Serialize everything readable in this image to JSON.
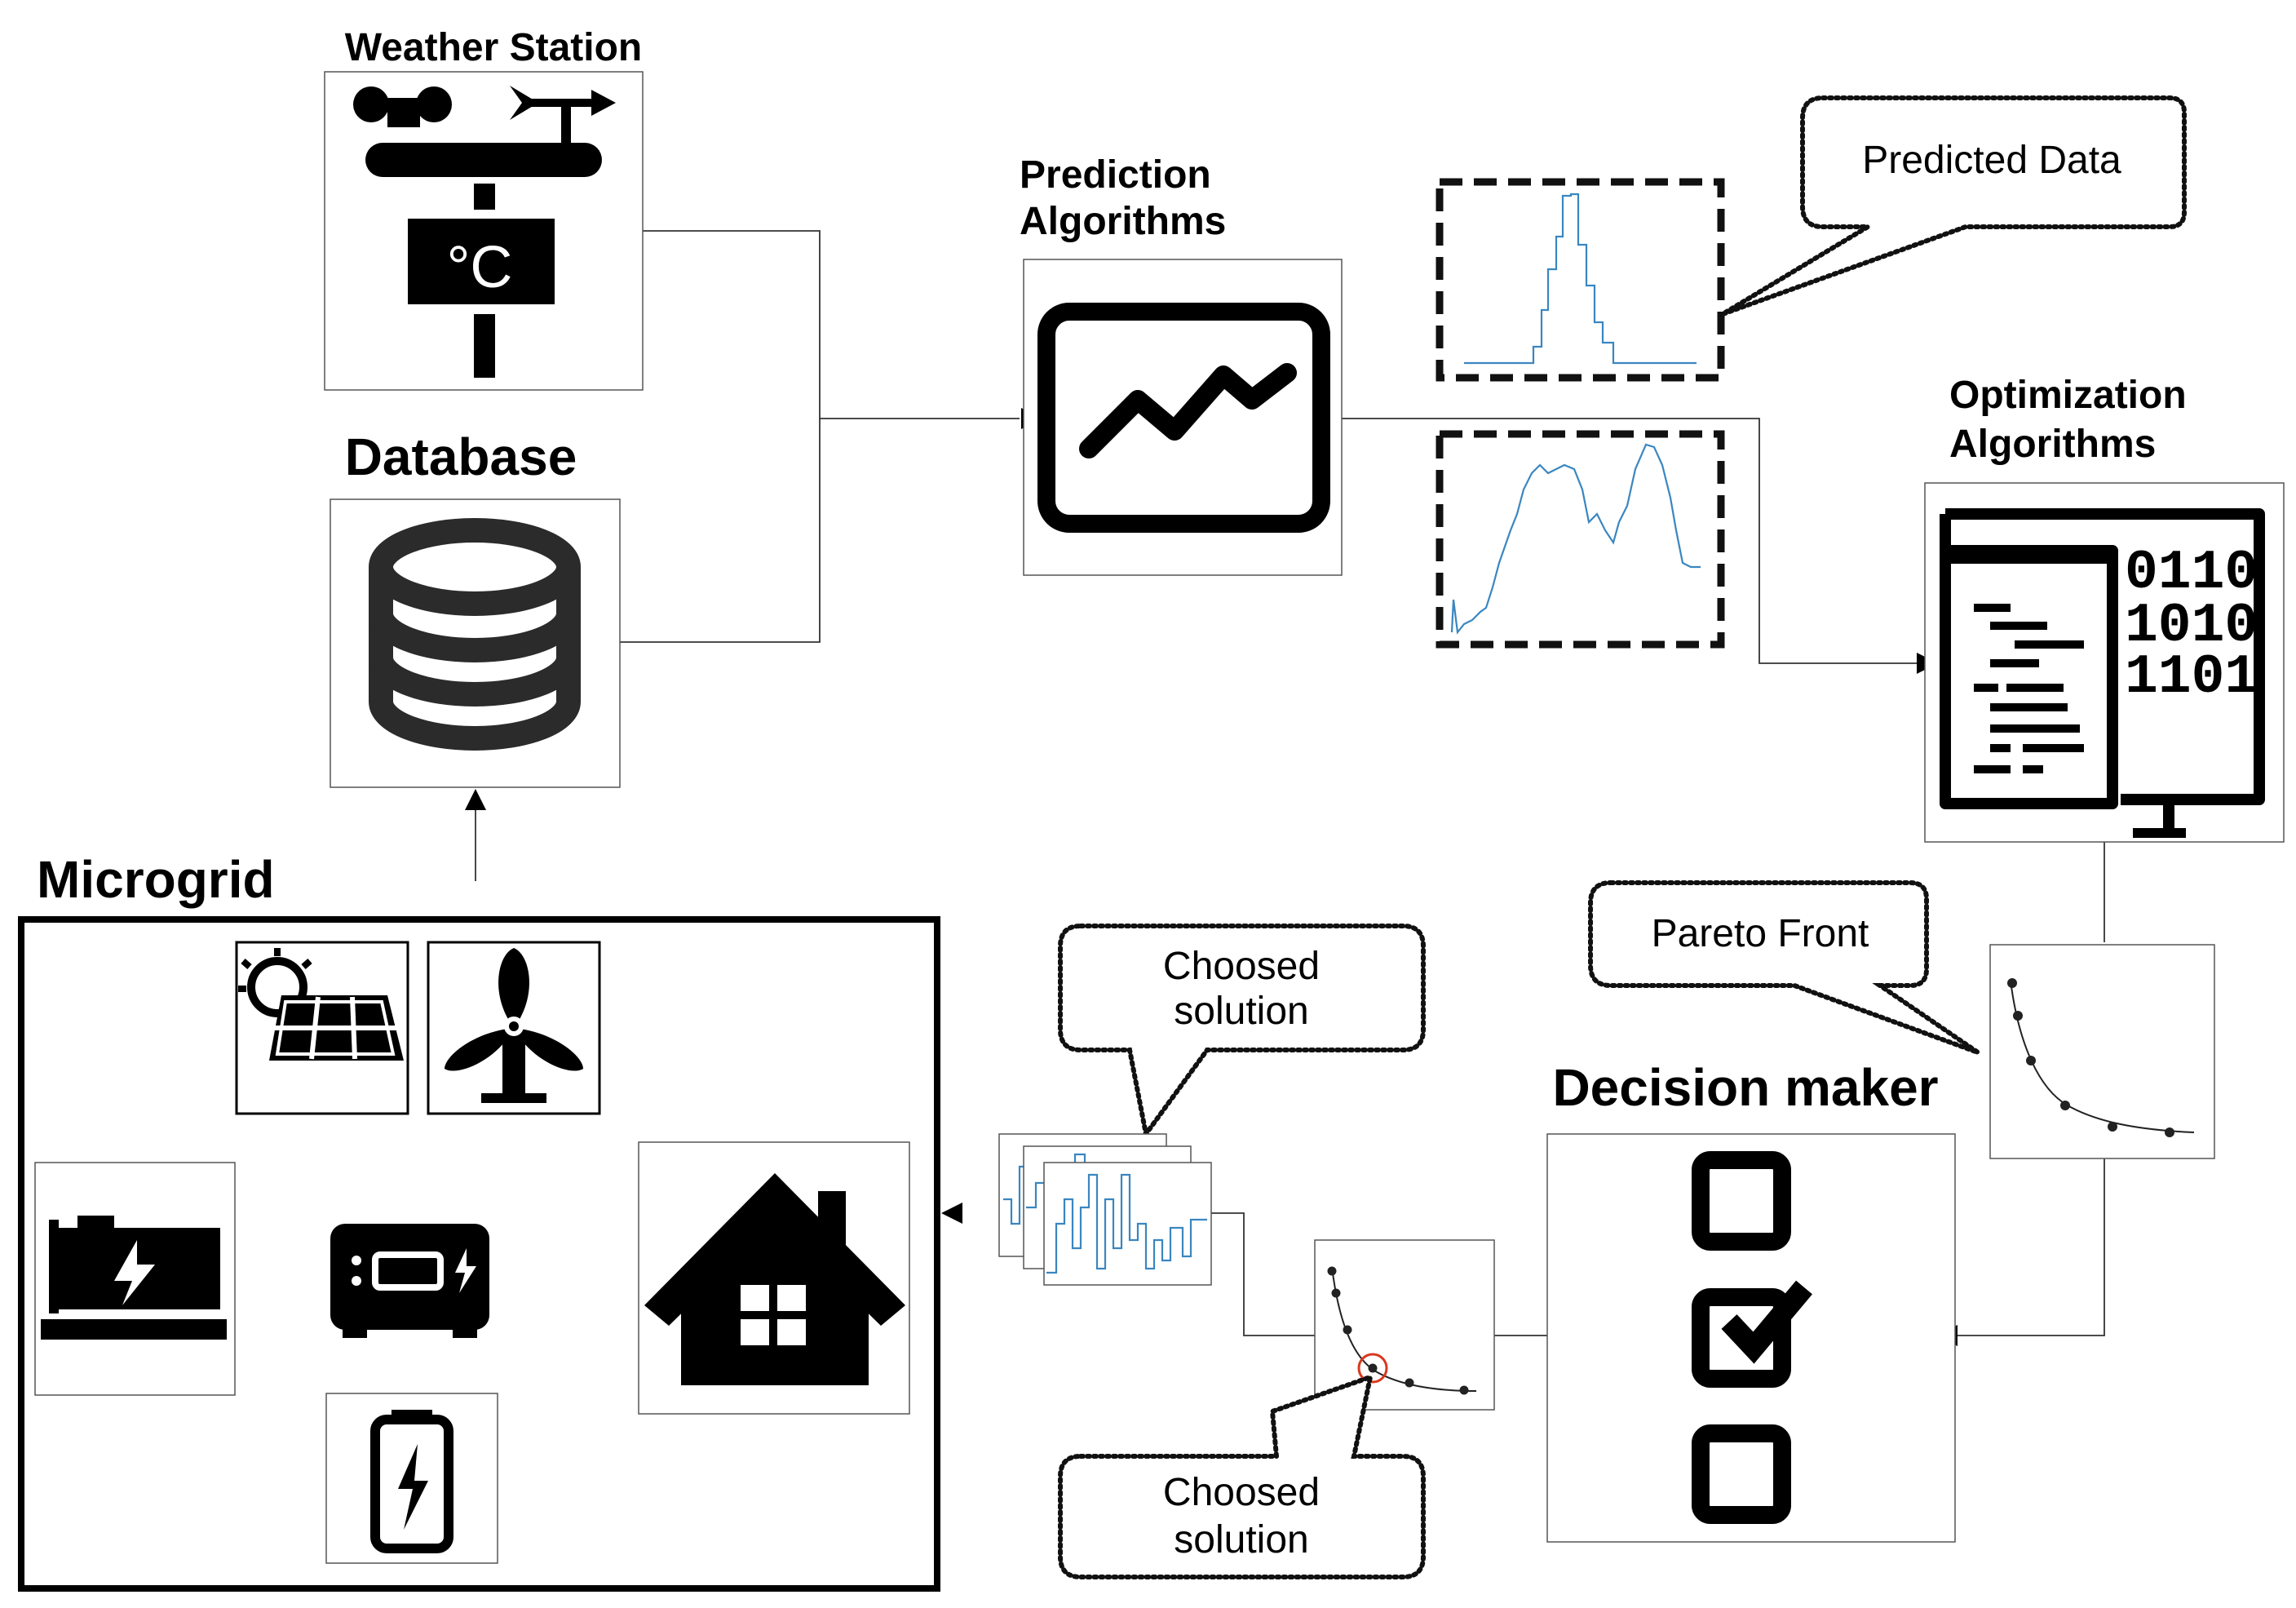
{
  "labels": {
    "weather_station": "Weather Station",
    "database": "Database",
    "prediction_line1": "Prediction",
    "prediction_line2": "Algorithms",
    "optimization_line1": "Optimization",
    "optimization_line2": "Algorithms",
    "microgrid": "Microgrid",
    "decision_maker": "Decision maker"
  },
  "callouts": {
    "predicted_data": "Predicted Data",
    "pareto_front": "Pareto Front",
    "choosed_solution_top_line1": "Choosed",
    "choosed_solution_top_line2": "solution",
    "choosed_solution_bottom_line1": "Choosed",
    "choosed_solution_bottom_line2": "solution"
  },
  "icons": {
    "thermometer_unit": "°C",
    "binary_row1": "0110",
    "binary_row2": "1010",
    "binary_row3": "1101"
  },
  "colors": {
    "series_line": "#3a86c0",
    "highlight_circle": "#d9381e"
  }
}
